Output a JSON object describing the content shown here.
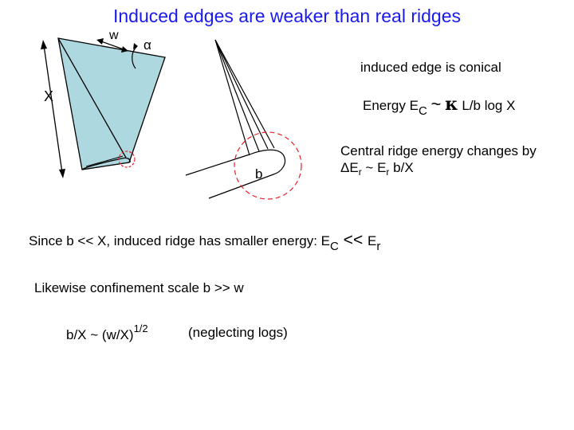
{
  "title": "Induced edges are weaker than real ridges",
  "diagram": {
    "label_w": "w",
    "label_alpha": "α",
    "label_x": "X",
    "label_b": "b",
    "colors": {
      "fill": "#aed8e0",
      "dashed_circle": "#e8202a",
      "title": "#1a1aee"
    }
  },
  "induced_edge": "induced edge is conical",
  "energy": {
    "prefix": "Energy E",
    "sub": "C",
    "tilde": "~",
    "kappa": "κ",
    "rest": " L/b  log X"
  },
  "central_ridge": {
    "line1": "Central ridge energy changes by",
    "delta": "ΔE",
    "sub_r1": "r",
    "mid": " ~ E",
    "sub_r2": "r",
    "tail": " b/X"
  },
  "since": {
    "text": "Since b << X, induced ridge has smaller energy: E",
    "sub_c": "C",
    "lt": " << ",
    "e2": "E",
    "sub_r": "r"
  },
  "likewise": "Likewise confinement scale b >> w",
  "scaling": {
    "base": "b/X ~ (w/X)",
    "exponent": "1/2"
  },
  "neglecting": "(neglecting logs)"
}
